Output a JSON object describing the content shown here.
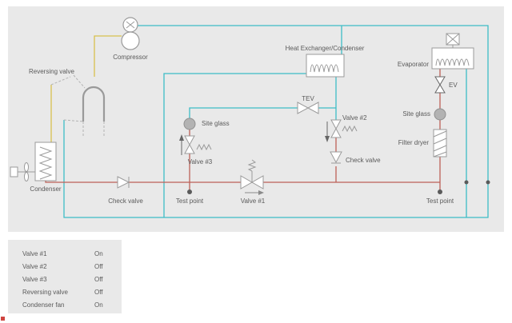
{
  "legend": {
    "rows": [
      {
        "label": "Valve #1",
        "value": "On"
      },
      {
        "label": "Valve #2",
        "value": "Off"
      },
      {
        "label": "Valve #3",
        "value": "Off"
      },
      {
        "label": "Reversing valve",
        "value": "Off"
      },
      {
        "label": "Condenser fan",
        "value": "On"
      }
    ]
  },
  "labels": {
    "compressor": "Compressor",
    "reversing_valve": "Reversing valve",
    "condenser": "Condenser",
    "check_valve_left": "Check valve",
    "test_point_left": "Test point",
    "valve1": "Valve #1",
    "valve3": "Valve #3",
    "site_glass_left": "Site glass",
    "tev": "TEV",
    "heat_exchanger": "Heat Exchanger/Condenser",
    "valve2": "Valve #2",
    "check_valve_right": "Check valve",
    "evaporator": "Evaporator",
    "ev": "EV",
    "site_glass_right": "Site glass",
    "filter_dryer": "Filter dryer",
    "test_point_right": "Test point"
  },
  "colors": {
    "suction_line": "#3dbdc6",
    "liquid_line": "#bd6057",
    "discharge_line": "#d8c14e",
    "shape_stroke": "#9a9a9a"
  }
}
